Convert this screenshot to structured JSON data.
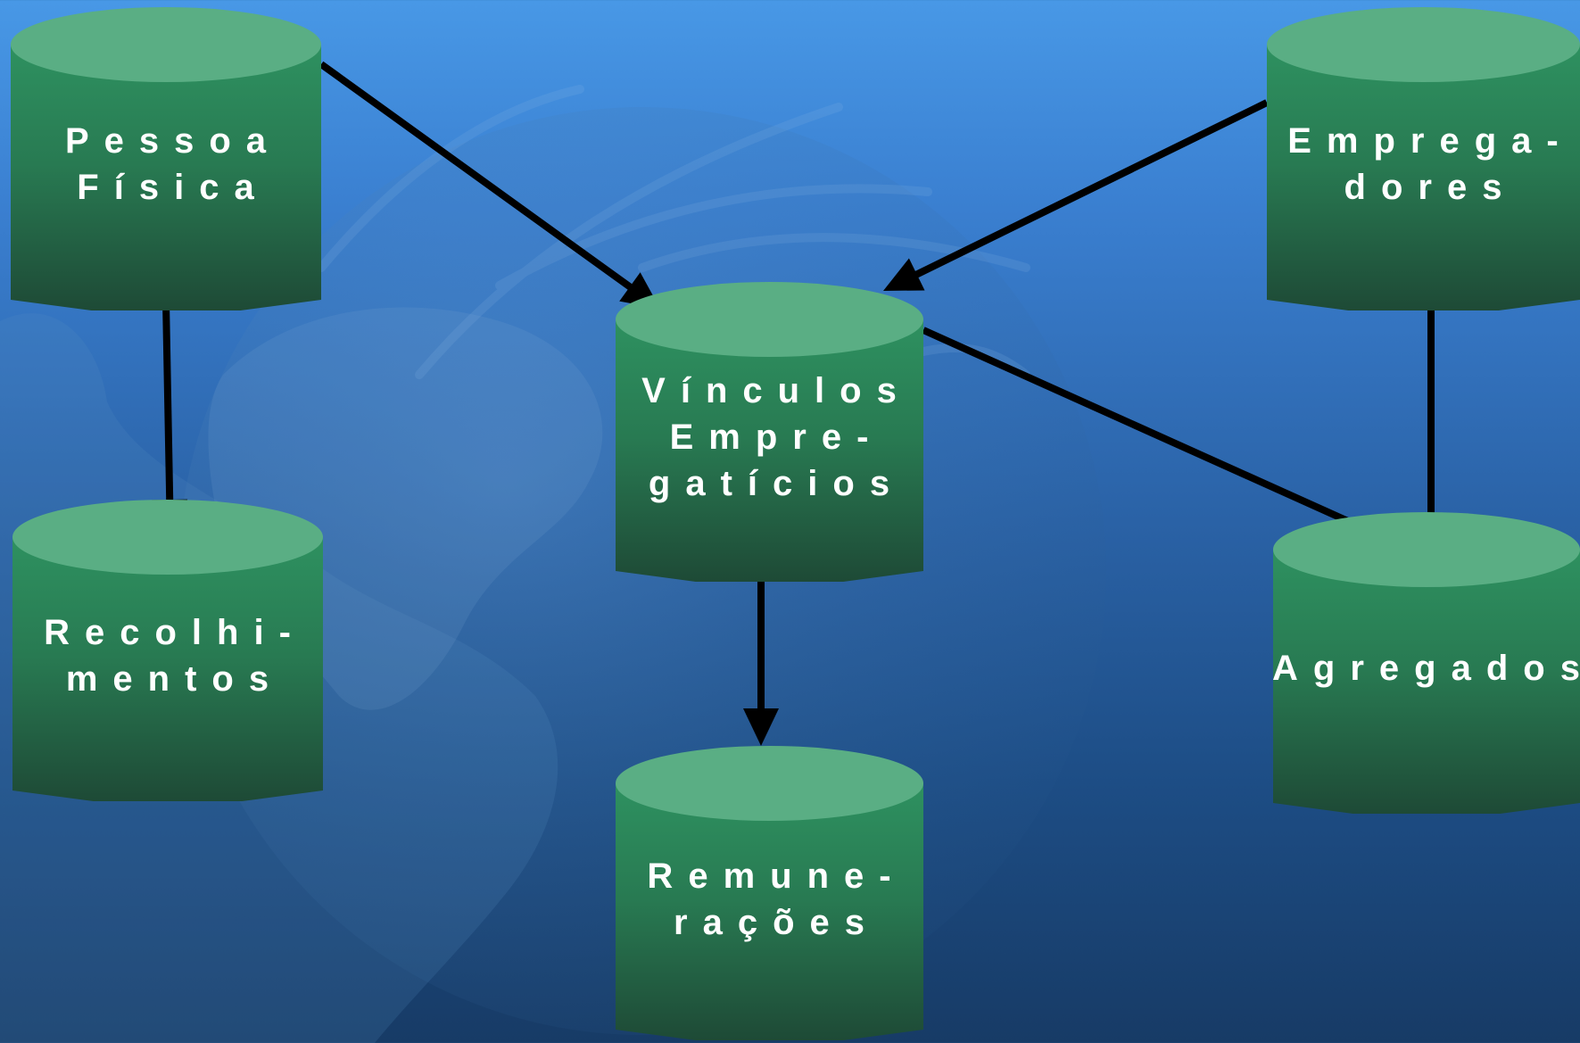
{
  "diagram": {
    "colors": {
      "cylinder_top": "#5aae84",
      "cylinder_body_top": "#2e9160",
      "cylinder_body_bottom": "#1e4a36",
      "arrow": "#000000",
      "label": "#ffffff",
      "background_top": "#4898e6",
      "background_bottom": "#173b66"
    },
    "nodes": [
      {
        "id": "pessoa_fisica",
        "label": "Pessoa\nFísica"
      },
      {
        "id": "recolhimentos",
        "label": "Recolhi-\nmentos"
      },
      {
        "id": "vinculos",
        "label": "Vínculos\nEmpre-\ngatícios"
      },
      {
        "id": "remuneracoes",
        "label": "Remune-\nrações"
      },
      {
        "id": "empregadores",
        "label": "Emprega-\ndores"
      },
      {
        "id": "agregados",
        "label": "Agregados"
      }
    ],
    "edges": [
      {
        "from": "pessoa_fisica",
        "to": "vinculos"
      },
      {
        "from": "pessoa_fisica",
        "to": "recolhimentos"
      },
      {
        "from": "empregadores",
        "to": "vinculos"
      },
      {
        "from": "empregadores",
        "to": "agregados"
      },
      {
        "from": "vinculos",
        "to": "remuneracoes"
      },
      {
        "from": "vinculos",
        "to": "agregados"
      }
    ]
  }
}
